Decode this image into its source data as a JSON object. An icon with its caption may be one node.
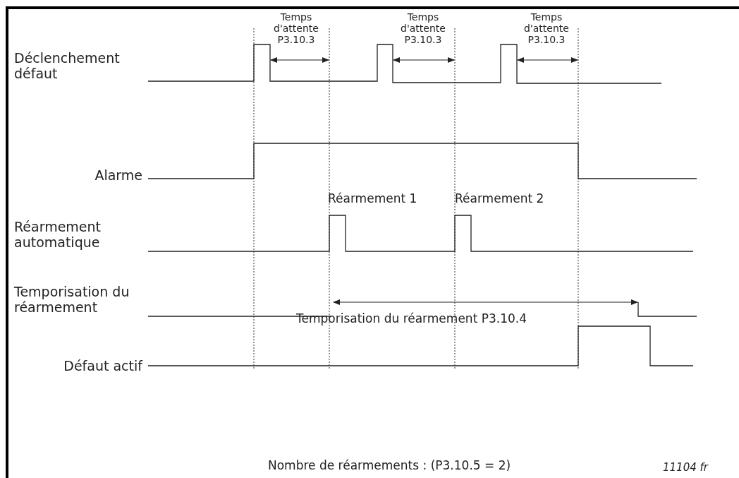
{
  "diagram": {
    "labels": [
      "Temps d'attente P3.10.3",
      "Temps d'attente P3.10.3",
      "Temps d'attente P3.10.3",
      "Déclenchement défaut",
      "Alarme",
      "Réarmement 1",
      "Réarmement 2",
      "Réarmement automatique",
      "Temporisation du réarmement",
      "Temporisation du réarmement P3.10.4",
      "Défaut actif",
      "Nombre de réarmements : (P3.10.5 = 2)",
      "11104 fr"
    ]
  }
}
